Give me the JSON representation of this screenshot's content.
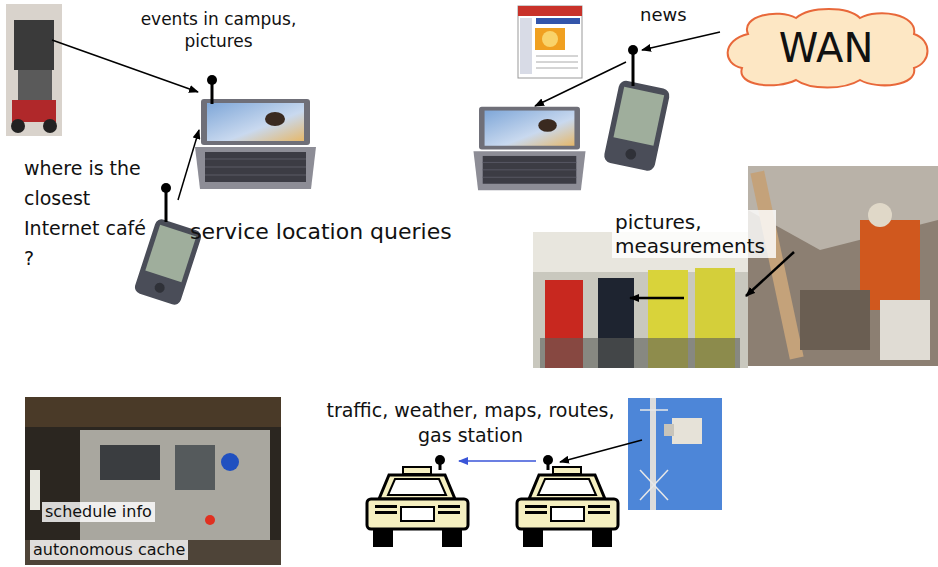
{
  "diagram": {
    "nodes": [
      {
        "text": [
          "WAN"
        ]
      }
    ],
    "labels": [
      "events in campus, pictures",
      "where is the closest Internet café ?",
      "service location queries",
      "news",
      "pictures, measurements",
      "traffic, weather, maps, routes, gas station",
      "schedule info",
      "autonomous cache"
    ]
  }
}
